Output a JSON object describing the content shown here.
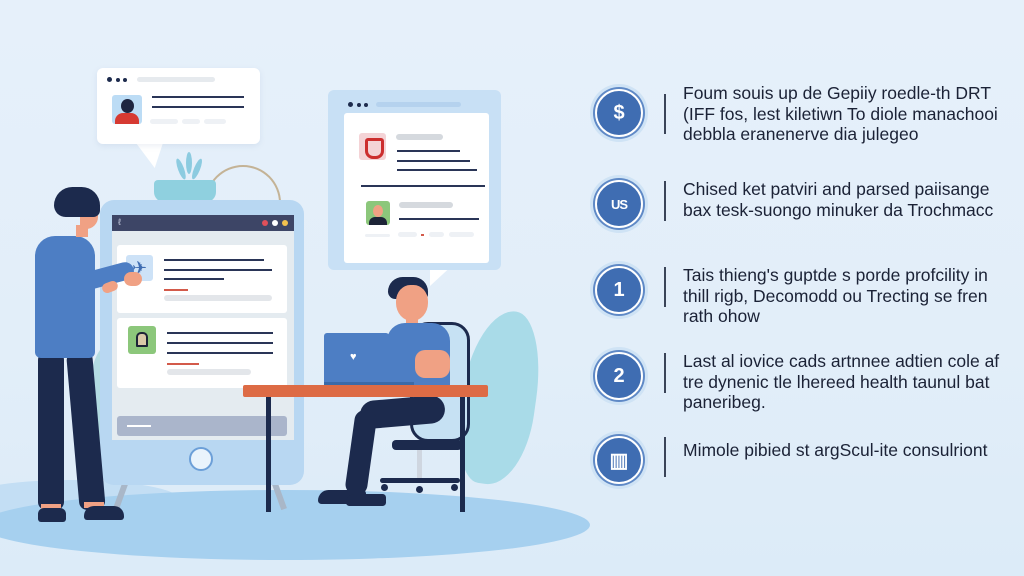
{
  "illustration": {
    "chat_bubble_left": {
      "window_dots": 3,
      "avatar": "person-avatar-red-shirt"
    },
    "browser_bubble": {
      "window_dots": 3,
      "badge_1": "shield-badge-red",
      "badge_2": "person-avatar-green"
    },
    "kiosk": {
      "card_1_icon": "plane-icon",
      "card_2_icon": "bag-icon",
      "status_dots": [
        "#e0505a",
        "#ffffff",
        "#f2c14e"
      ]
    },
    "laptop_icon": "heart-icon",
    "heart_glyph": "♥"
  },
  "steps": [
    {
      "icon": "dollar-icon",
      "glyph": "$",
      "text": "Foum souis up de Gepiiy roedle-th DRT (IFF fos, lest kiletiwn To diole manachooi debbla eranenerve dia julegeo"
    },
    {
      "icon": "us-icon",
      "glyph": "US",
      "text": "Chised ket patviri and parsed paiisange bax tesk-suongo minuker da Trochmacc"
    },
    {
      "icon": "number-one-icon",
      "glyph": "1",
      "text": "Tais thieng's guptde s porde profcility in thill rigb, Decomodd ou Trecting se fren rath ohow"
    },
    {
      "icon": "number-two-icon",
      "glyph": "2",
      "text": "Last al iovice cads artnnee adtien cole af tre dynenic tle lhereed health taunul bat paneribeg."
    },
    {
      "icon": "building-icon",
      "glyph": "▥",
      "text": "Mimole pibied st argScul-ite consulriont"
    }
  ],
  "colors": {
    "accent": "#3f6db2",
    "text": "#1b2236",
    "background": "#e4eff9",
    "desk": "#dd6b45"
  }
}
